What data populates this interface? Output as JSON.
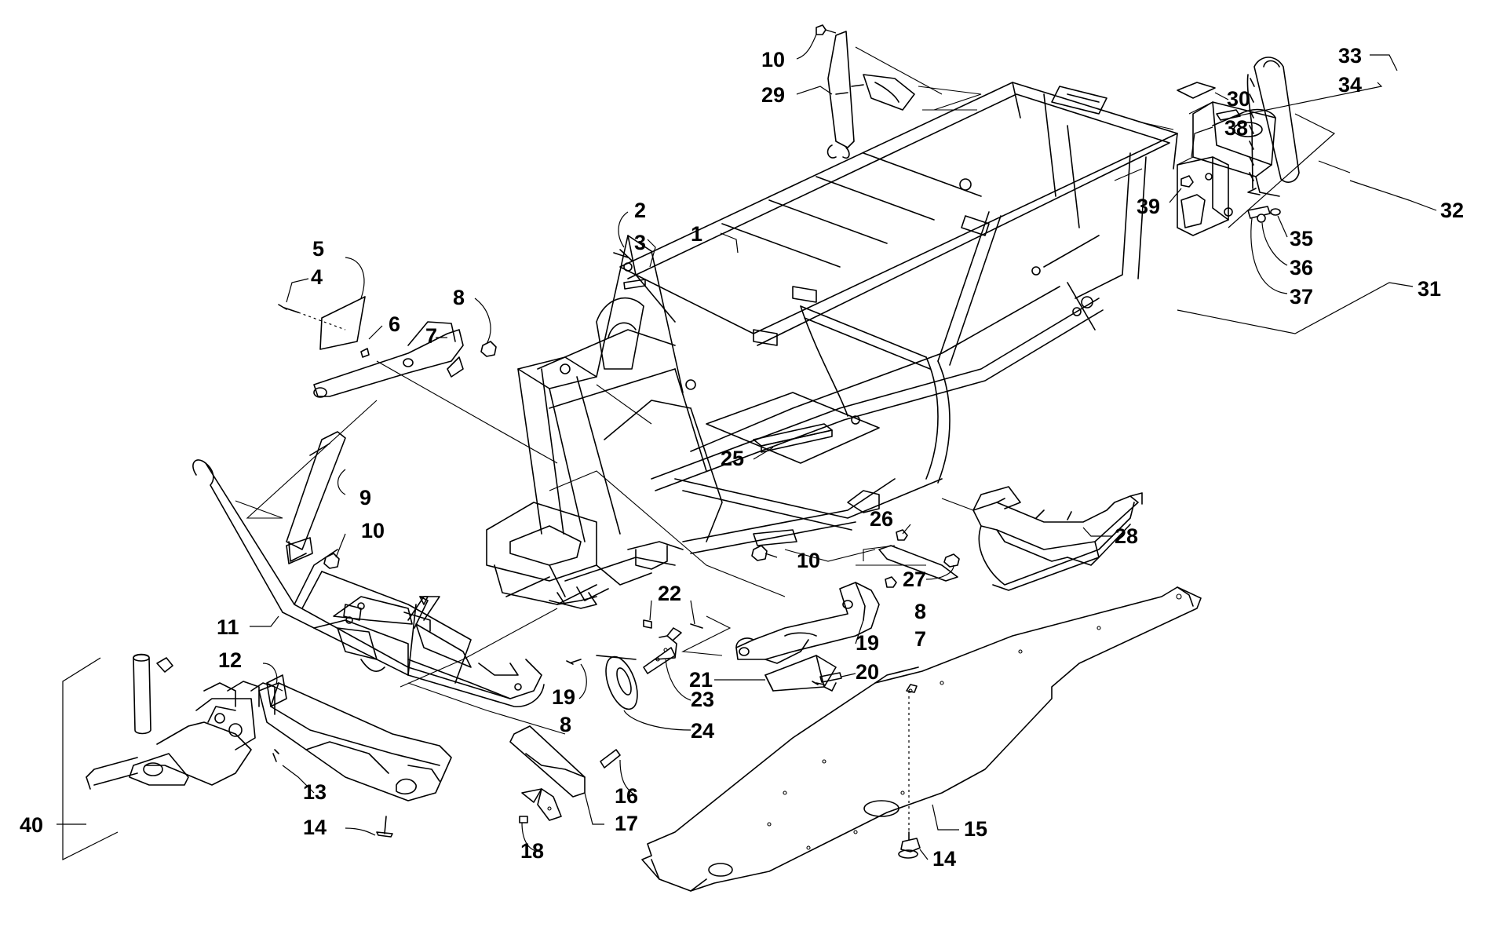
{
  "callouts": [
    {
      "id": "c1",
      "label": "1"
    },
    {
      "id": "c2",
      "label": "2"
    },
    {
      "id": "c3",
      "label": "3"
    },
    {
      "id": "c4",
      "label": "4"
    },
    {
      "id": "c5",
      "label": "5"
    },
    {
      "id": "c6",
      "label": "6"
    },
    {
      "id": "c7a",
      "label": "7"
    },
    {
      "id": "c7b",
      "label": "7"
    },
    {
      "id": "c8a",
      "label": "8"
    },
    {
      "id": "c8b",
      "label": "8"
    },
    {
      "id": "c8c",
      "label": "8"
    },
    {
      "id": "c9",
      "label": "9"
    },
    {
      "id": "c10a",
      "label": "10"
    },
    {
      "id": "c10b",
      "label": "10"
    },
    {
      "id": "c10c",
      "label": "10"
    },
    {
      "id": "c11",
      "label": "11"
    },
    {
      "id": "c12",
      "label": "12"
    },
    {
      "id": "c13",
      "label": "13"
    },
    {
      "id": "c14a",
      "label": "14"
    },
    {
      "id": "c14b",
      "label": "14"
    },
    {
      "id": "c15",
      "label": "15"
    },
    {
      "id": "c16",
      "label": "16"
    },
    {
      "id": "c17",
      "label": "17"
    },
    {
      "id": "c18",
      "label": "18"
    },
    {
      "id": "c19a",
      "label": "19"
    },
    {
      "id": "c19b",
      "label": "19"
    },
    {
      "id": "c20",
      "label": "20"
    },
    {
      "id": "c21",
      "label": "21"
    },
    {
      "id": "c22",
      "label": "22"
    },
    {
      "id": "c23",
      "label": "23"
    },
    {
      "id": "c24",
      "label": "24"
    },
    {
      "id": "c25",
      "label": "25"
    },
    {
      "id": "c26",
      "label": "26"
    },
    {
      "id": "c27",
      "label": "27"
    },
    {
      "id": "c28",
      "label": "28"
    },
    {
      "id": "c29",
      "label": "29"
    },
    {
      "id": "c30",
      "label": "30"
    },
    {
      "id": "c31",
      "label": "31"
    },
    {
      "id": "c32",
      "label": "32"
    },
    {
      "id": "c33",
      "label": "33"
    },
    {
      "id": "c34",
      "label": "34"
    },
    {
      "id": "c35",
      "label": "35"
    },
    {
      "id": "c36",
      "label": "36"
    },
    {
      "id": "c37",
      "label": "37"
    },
    {
      "id": "c38",
      "label": "38"
    },
    {
      "id": "c39",
      "label": "39"
    },
    {
      "id": "c40",
      "label": "40"
    }
  ]
}
